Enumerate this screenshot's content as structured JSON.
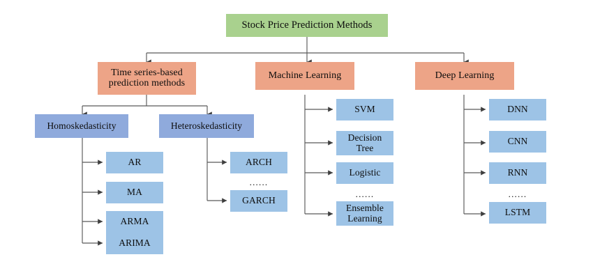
{
  "diagram": {
    "title": "Stock Price Prediction Methods",
    "ellipsis_glyph": "......",
    "colors": {
      "root": "#a9d18e",
      "category": "#eda487",
      "subcategory": "#8faadc",
      "leaf": "#9dc3e6",
      "edge": "#595959",
      "text": "#0d0d0d",
      "background": "#ffffff"
    },
    "root": {
      "label": "Stock Price Prediction Methods"
    },
    "categories": [
      {
        "label": "Time series-based\nprediction methods"
      },
      {
        "label": "Machine Learning"
      },
      {
        "label": "Deep Learning"
      }
    ],
    "subcategories": [
      {
        "label": "Homoskedasticity"
      },
      {
        "label": "Heteroskedasticity"
      }
    ],
    "leaves": {
      "homoskedasticity": [
        {
          "label": "AR"
        },
        {
          "label": "MA"
        },
        {
          "label": "ARMA"
        },
        {
          "label": "ARIMA"
        }
      ],
      "heteroskedasticity": [
        {
          "label": "ARCH"
        },
        {
          "label": "GARCH"
        }
      ],
      "machine_learning": [
        {
          "label": "SVM"
        },
        {
          "label": "Decision\nTree"
        },
        {
          "label": "Logistic"
        },
        {
          "label": "Ensemble\nLearning"
        }
      ],
      "deep_learning": [
        {
          "label": "DNN"
        },
        {
          "label": "CNN"
        },
        {
          "label": "RNN"
        },
        {
          "label": "LSTM"
        }
      ]
    }
  }
}
